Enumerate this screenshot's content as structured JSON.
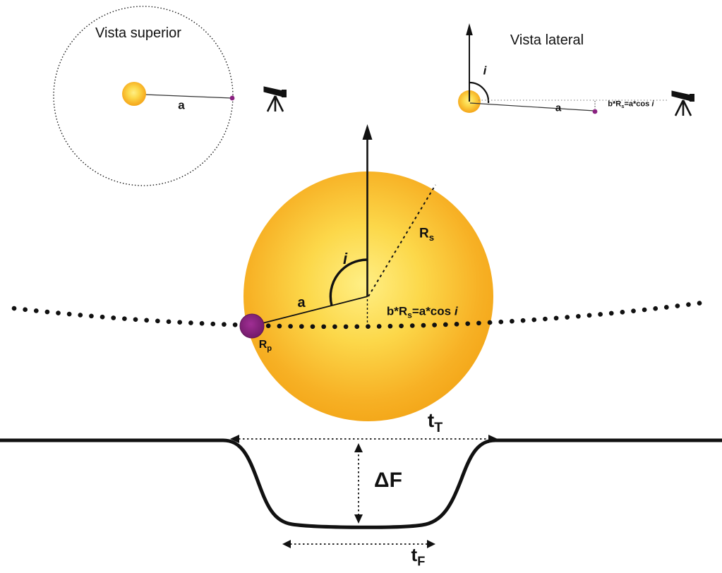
{
  "top_view": {
    "title": "Vista superior",
    "semi_major_axis_label": "a"
  },
  "lateral_view": {
    "title": "Vista lateral",
    "inclination_label": "i",
    "semi_major_axis_label": "a",
    "impact_parameter_formula": {
      "part1": "b*R",
      "sub1": "s",
      "part2": "=a*cos ",
      "italic_i": "i"
    }
  },
  "main_diagram": {
    "inclination_label": "i",
    "semi_major_axis_label": "a",
    "star_radius_label": {
      "base": "R",
      "sub": "s"
    },
    "planet_radius_label": {
      "base": "R",
      "sub": "p"
    },
    "impact_parameter_formula": {
      "part1": "b*R",
      "sub1": "s",
      "part2": "=a*cos ",
      "italic_i": "i"
    }
  },
  "light_curve": {
    "total_transit_duration_label": {
      "base": "t",
      "sub": "T"
    },
    "transit_depth_label": "ΔF",
    "flat_transit_duration_label": {
      "base": "t",
      "sub": "F"
    }
  },
  "icons": {
    "observer_top_view": "telescope-icon",
    "observer_lateral_view": "telescope-icon"
  },
  "colors": {
    "star_core": "#ffef85",
    "star_edge": "#f3a517",
    "planet": "#8a2180",
    "ink": "#111111",
    "background": "#ffffff"
  }
}
